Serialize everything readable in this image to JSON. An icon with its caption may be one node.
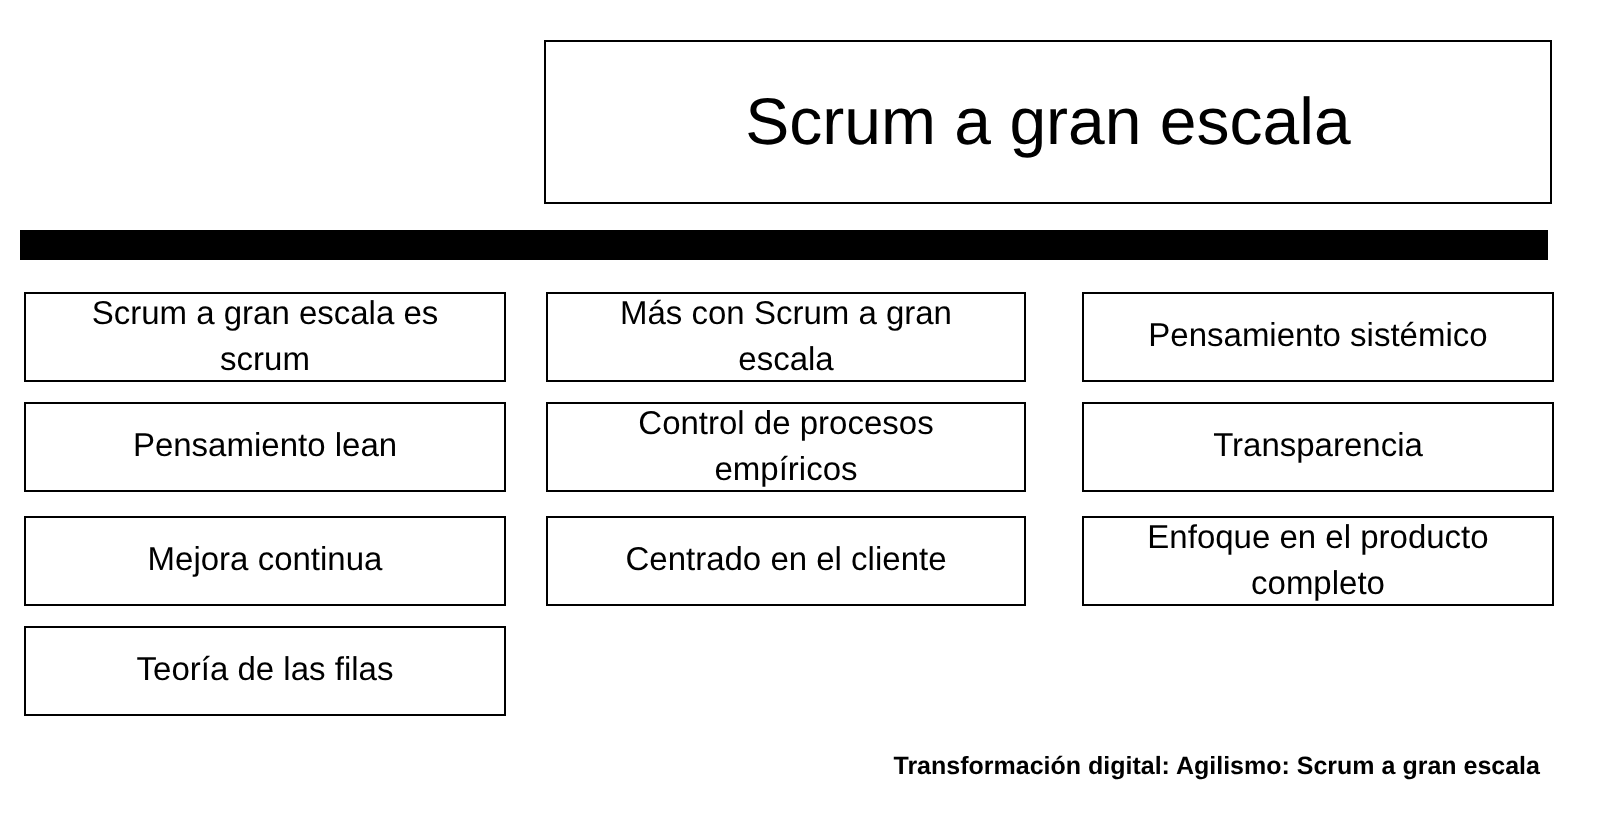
{
  "diagram": {
    "title": "Scrum a gran escala",
    "nodes": [
      {
        "text": [],
        "shape": "bar"
      },
      {
        "text": [
          "Scrum a gran escala es scrum"
        ]
      },
      {
        "text": [
          "Más con Scrum a gran escala"
        ]
      },
      {
        "text": [
          "Pensamiento sistémico"
        ]
      },
      {
        "text": [
          "Pensamiento lean"
        ]
      },
      {
        "text": [
          "Control de procesos empíricos"
        ]
      },
      {
        "text": [
          "Transparencia"
        ]
      },
      {
        "text": [
          "Mejora continua"
        ]
      },
      {
        "text": [
          "Centrado en el cliente"
        ]
      },
      {
        "text": [
          "Enfoque en el producto completo"
        ]
      },
      {
        "text": [
          "Teoría de las filas"
        ]
      }
    ],
    "edges": [],
    "caption": "Transformación digital: Agilismo: Scrum a gran escala"
  }
}
